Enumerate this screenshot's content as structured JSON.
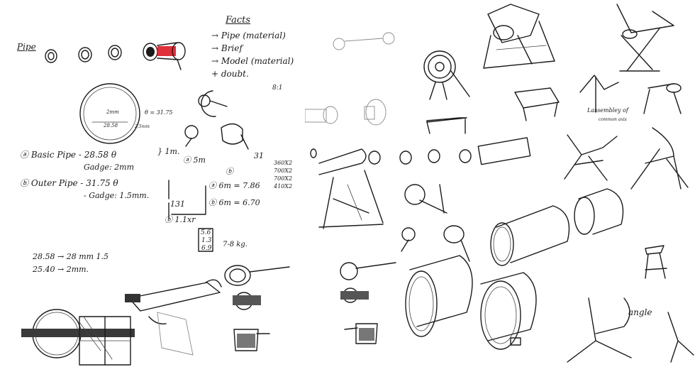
{
  "left_sheet": {
    "pipe_label": "Pipe",
    "facts_title": "Facts",
    "facts_items": [
      "→ Pipe (material)",
      "→ Brief",
      "→ Model (material)",
      "+ doubt."
    ],
    "circle_notes": [
      "2mm",
      "28.58",
      "θ = 31.75",
      "2.5mm"
    ],
    "basic_pipe": "ⓐ Basic Pipe - 28.58 θ",
    "basic_gauge": "Gadge: 2mm",
    "outer_pipe": "ⓑ Outer Pipe - 31.75 θ",
    "outer_gauge": "- Gadge: 1.5mm.",
    "calc_notes": [
      "} 1m.",
      "ⓐ 5m",
      "ⓑ",
      "ⓐ 6m = 7.86",
      "ⓑ 6m = 6.70",
      "131",
      "ⓑ 1.1xr",
      "5.6",
      "1.3",
      "6.9",
      "7-8 kg."
    ],
    "side_list": [
      "360X2",
      "700X2",
      "700X2",
      "410X2"
    ],
    "measure_1": "28.58 → 28 mm 1.5",
    "measure_2": "25.40 → 2mm.",
    "note_31": "31",
    "note_misc": "8:1"
  },
  "right_sheet": {
    "assembly_note": "Lassembley of",
    "assembly_note_2": "common axis",
    "angle_label": "angle"
  },
  "colors": {
    "ink": "#1b1b1b",
    "paper": "#ffffff",
    "accent_red": "#e0303a"
  }
}
